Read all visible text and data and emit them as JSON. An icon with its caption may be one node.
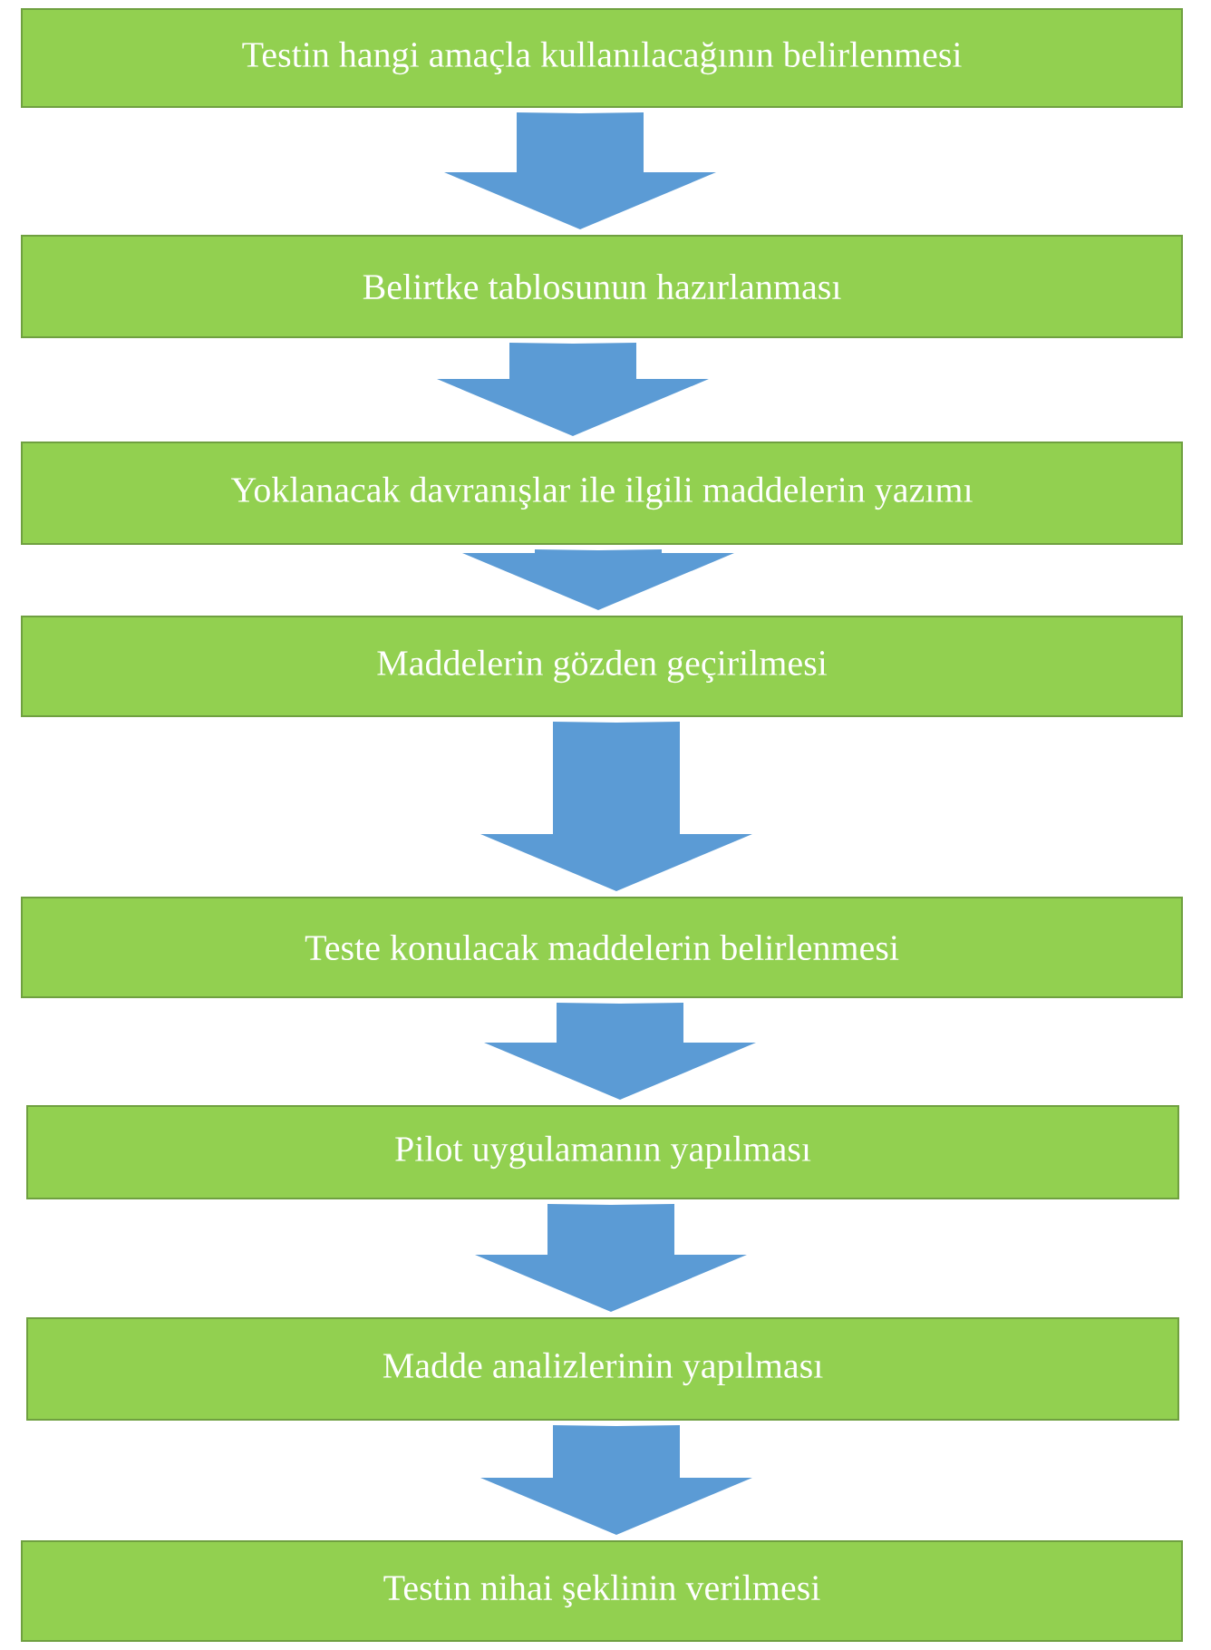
{
  "diagram": {
    "nodes": [
      {
        "text": [
          "Testin hangi amaçla kullanılacağının belirlenmesi"
        ]
      },
      {
        "text": [
          "Belirtke tablosunun hazırlanması"
        ]
      },
      {
        "text": [
          "Yoklanacak davranışlar ile ilgili maddelerin yazımı"
        ]
      },
      {
        "text": [
          "Maddelerin gözden geçirilmesi"
        ]
      },
      {
        "text": [
          "Teste konulacak maddelerin belirlenmesi"
        ]
      },
      {
        "text": [
          "Pilot uygulamanın yapılması"
        ]
      },
      {
        "text": [
          "Madde analizlerinin yapılması"
        ]
      },
      {
        "text": [
          "Testin nihai şeklinin verilmesi"
        ]
      }
    ],
    "edges": [
      {
        "from": 0,
        "to": 1,
        "arrow": "to"
      },
      {
        "from": 1,
        "to": 2,
        "arrow": "to"
      },
      {
        "from": 2,
        "to": 3,
        "arrow": "to"
      },
      {
        "from": 3,
        "to": 4,
        "arrow": "to"
      },
      {
        "from": 4,
        "to": 5,
        "arrow": "to"
      },
      {
        "from": 5,
        "to": 6,
        "arrow": "to"
      },
      {
        "from": 6,
        "to": 7,
        "arrow": "to"
      }
    ]
  }
}
